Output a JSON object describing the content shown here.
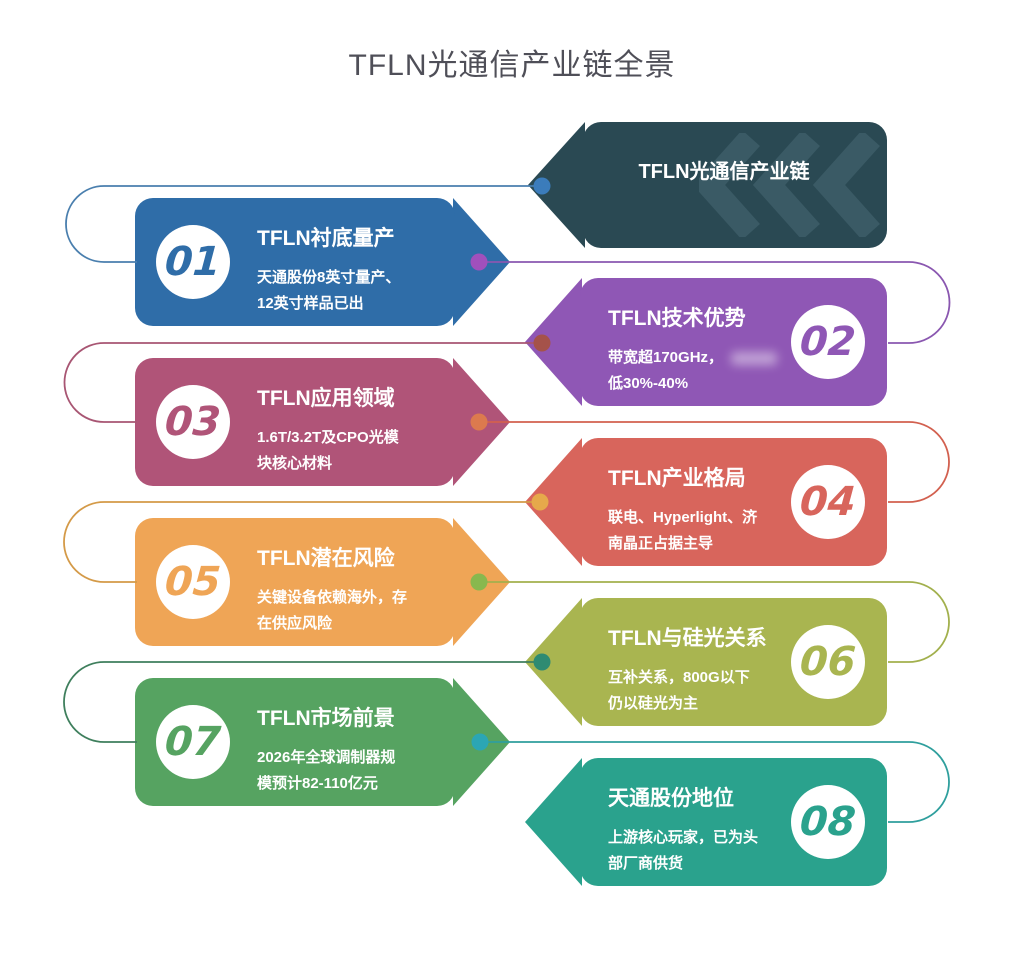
{
  "page": {
    "title": "TFLN光通信产业链全景",
    "title_color": "#4f4f58",
    "background": "#ffffff"
  },
  "head_banner": {
    "label": "TFLN光通信产业链",
    "color": "#2a4953",
    "chevron": "#3a5a65",
    "dot": "#3b7cbb",
    "line": "#4a7fae",
    "chevron_icon": "triple-chevron-left"
  },
  "items": [
    {
      "num": "01",
      "title": "TFLN衬底量产",
      "desc1": "天通股份8英寸量产、",
      "desc2": "12英寸样品已出",
      "color": "#2f6da8",
      "dot": "#a050bc",
      "line": "#8a57b0"
    },
    {
      "num": "02",
      "title": "TFLN技术优势",
      "desc1": "带宽超170GHz，",
      "desc2": "低30%-40%",
      "color": "#8f57b5",
      "dot": "#a5524a",
      "line": "#a85673"
    },
    {
      "num": "03",
      "title": "TFLN应用领域",
      "desc1": "1.6T/3.2T及CPO光模",
      "desc2": "块核心材料",
      "color": "#b05478",
      "dot": "#dc7a4e",
      "line": "#d2604f"
    },
    {
      "num": "04",
      "title": "TFLN产业格局",
      "desc1": "联电、Hyperlight、济",
      "desc2": "南晶正占据主导",
      "color": "#d8655c",
      "dot": "#e6a94b",
      "line": "#d49a48"
    },
    {
      "num": "05",
      "title": "TFLN潜在风险",
      "desc1": "关键设备依赖海外，存",
      "desc2": "在供应风险",
      "color": "#efa556",
      "dot": "#88b84e",
      "line": "#a2b04d"
    },
    {
      "num": "06",
      "title": "TFLN与硅光关系",
      "desc1": "互补关系，800G以下",
      "desc2": "仍以硅光为主",
      "color": "#a9b550",
      "dot": "#2e8b72",
      "line": "#3f7f5d"
    },
    {
      "num": "07",
      "title": "TFLN市场前景",
      "desc1": "2026年全球调制器规",
      "desc2": "模预计82-110亿元",
      "color": "#56a361",
      "dot": "#2ba6b4",
      "line": "#2f9f9d"
    },
    {
      "num": "08",
      "title": "天通股份地位",
      "desc1": "上游核心玩家，已为头",
      "desc2": "部厂商供货",
      "color": "#2aa28d",
      "dot": "",
      "line": ""
    }
  ]
}
